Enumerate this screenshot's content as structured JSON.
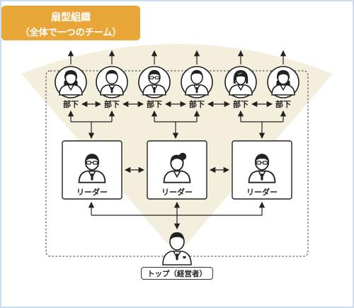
{
  "title": {
    "line1": "扇型組織",
    "line2": "（全体で一つのチーム）"
  },
  "subordinate_label": "部下",
  "leader_label": "リーダー",
  "top_label": "トップ（経営者）",
  "icons": {
    "subordinates": [
      "woman-in-suit-icon",
      "man-in-suit-icon",
      "man-with-glasses-icon",
      "man-in-suit-icon",
      "woman-short-hair-icon",
      "woman-in-suit-icon"
    ],
    "leaders": [
      "man-with-glasses-icon",
      "woman-with-bun-icon",
      "man-with-glasses-icon"
    ],
    "top": "executive-man-icon"
  },
  "colors": {
    "title_bg": "#E9A73A",
    "title_text": "#FFFFFF",
    "fan": "#F4EEDD",
    "line": "#222222",
    "frame": "#BFD3E6"
  }
}
